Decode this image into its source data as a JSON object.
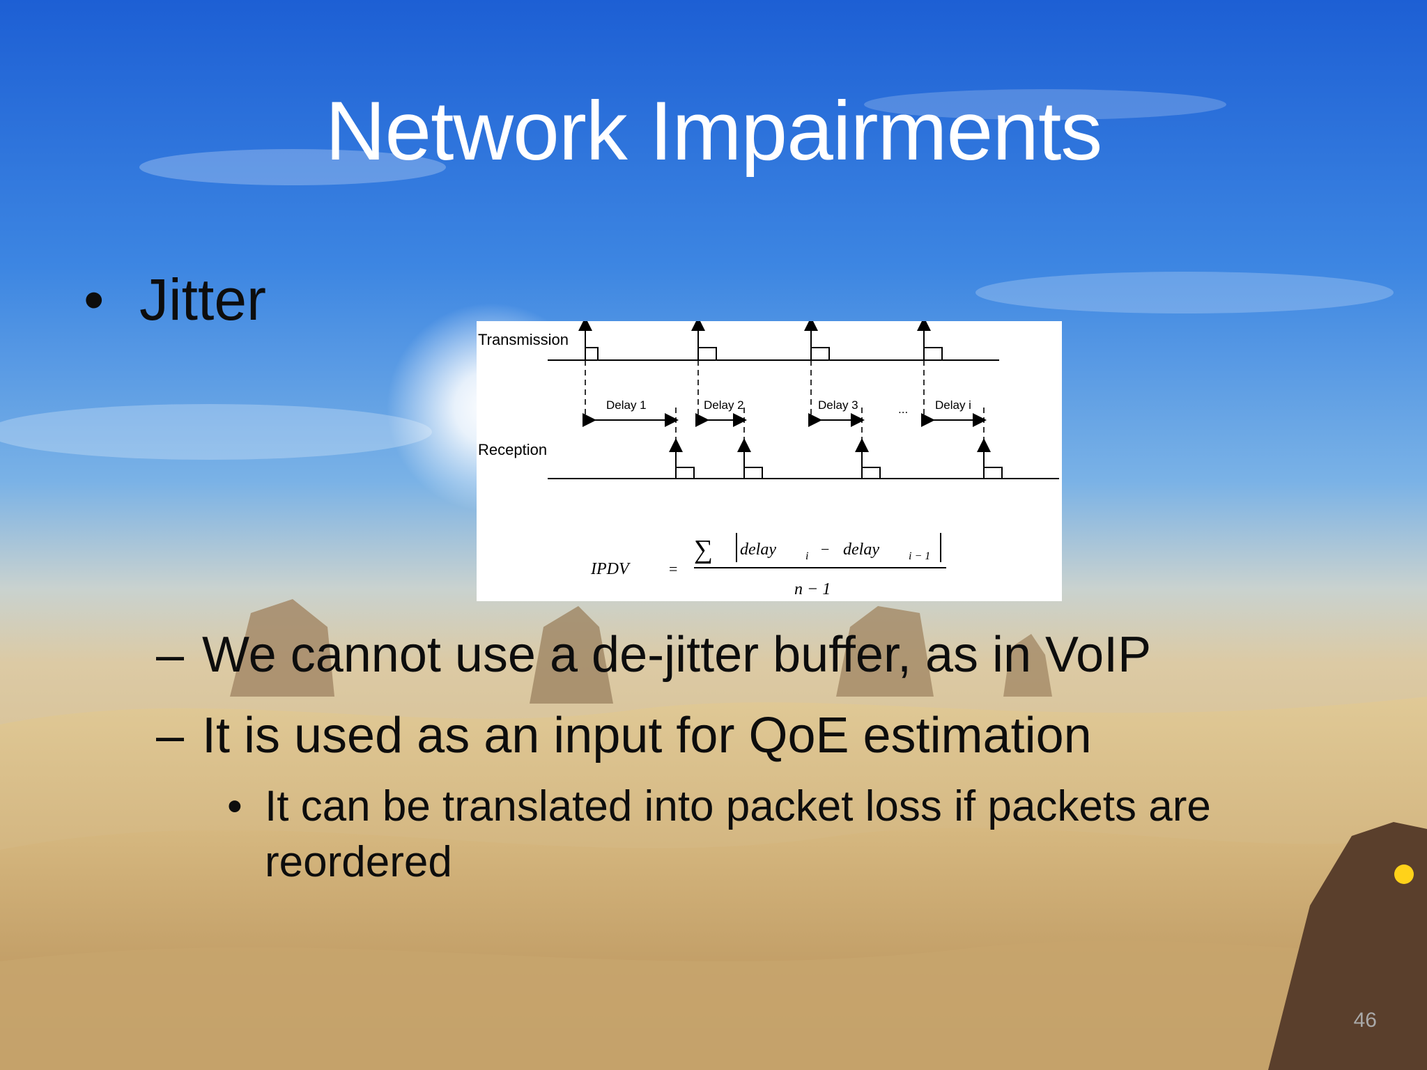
{
  "slide": {
    "title": "Network Impairments",
    "bullet": "Jitter",
    "bullet_marker": "•",
    "sub_marker": "–",
    "sub_items": [
      "We cannot use a de-jitter buffer, as in VoIP",
      "It is used as an input for QoE estimation"
    ],
    "subsub_marker": "•",
    "subsub_item": "It can be translated into packet loss if packets are reordered",
    "page_number": "46"
  },
  "figure": {
    "transmission_label": "Transmission",
    "reception_label": "Reception",
    "delay_labels": [
      "Delay 1",
      "Delay 2",
      "Delay 3",
      "Delay i"
    ],
    "ellipsis": "...",
    "formula": {
      "lhs": "IPDV",
      "equals": "=",
      "sum": "∑",
      "term1": "delay",
      "sub1": "i",
      "minus": "−",
      "term2": "delay",
      "sub2": "i − 1",
      "denominator": "n  −  1"
    }
  },
  "colors": {
    "title_text": "#ffffff",
    "body_text": "#0d0d0d",
    "sky_top": "#1e63d6",
    "sand": "#d9c08c"
  }
}
